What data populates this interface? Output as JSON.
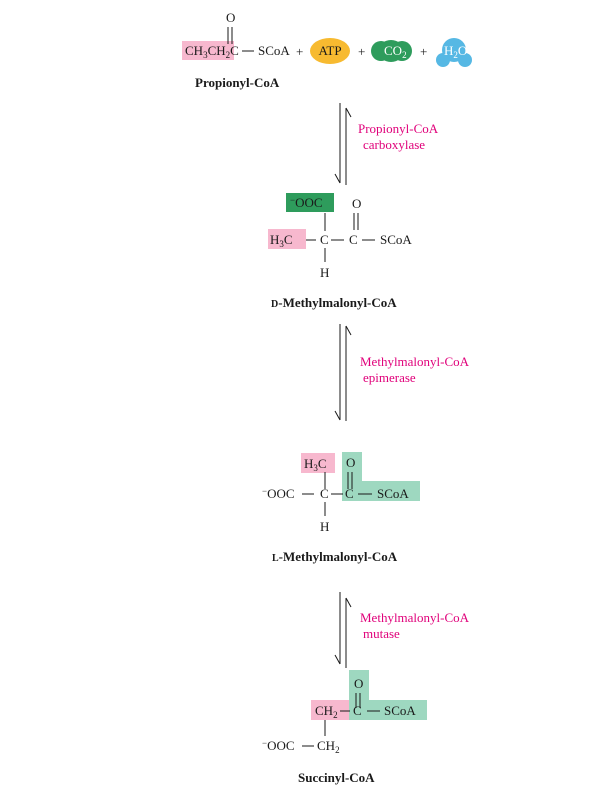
{
  "colors": {
    "pink_box": "#f7b8ce",
    "green_box": "#9ed8c0",
    "dark_green": "#2e9c5c",
    "atp_orange": "#f6b21a",
    "h2o_blue": "#56b8e4",
    "enzyme_pink": "#e0007a"
  },
  "step1": {
    "reactant": {
      "ch3ch2": "CH",
      "ch3ch2_sub1": "3",
      "ch3ch2_b": "CH",
      "ch3ch2_sub2": "2",
      "carbon": "C",
      "scoa": "SCoA",
      "oxygen": "O"
    },
    "plus1": "+",
    "atp": "ATP",
    "plus2": "+",
    "co2": "CO",
    "co2_sub": "2",
    "plus3": "+",
    "h2o": "H",
    "h2o_sub": "2",
    "h2o_o": "O",
    "name": "Propionyl-CoA"
  },
  "enzymes": [
    {
      "line1": "Propionyl-CoA",
      "line2": "carboxylase"
    },
    {
      "line1": "Methylmalonyl-CoA",
      "line2": "epimerase"
    },
    {
      "line1": "Methylmalonyl-CoA",
      "line2": "mutase"
    }
  ],
  "d_methylmalonyl": {
    "ooc": "OOC",
    "ooc_sup": "−",
    "o": "O",
    "h3c": "H",
    "h3c_sub": "3",
    "h3c_c": "C",
    "c1": "C",
    "c2": "C",
    "scoa": "SCoA",
    "h": "H",
    "name_prefix": "D",
    "name": "-Methylmalonyl-CoA"
  },
  "l_methylmalonyl": {
    "h3c": "H",
    "h3c_sub": "3",
    "h3c_c": "C",
    "o": "O",
    "ooc": "OOC",
    "ooc_sup": "−",
    "c1": "C",
    "c2": "C",
    "scoa": "SCoA",
    "h": "H",
    "name_prefix": "L",
    "name": "-Methylmalonyl-CoA"
  },
  "succinyl": {
    "o": "O",
    "ch2a": "CH",
    "ch2a_sub": "2",
    "c": "C",
    "scoa": "SCoA",
    "ooc": "OOC",
    "ooc_sup": "−",
    "ch2b": "CH",
    "ch2b_sub": "2",
    "name": "Succinyl-CoA"
  }
}
